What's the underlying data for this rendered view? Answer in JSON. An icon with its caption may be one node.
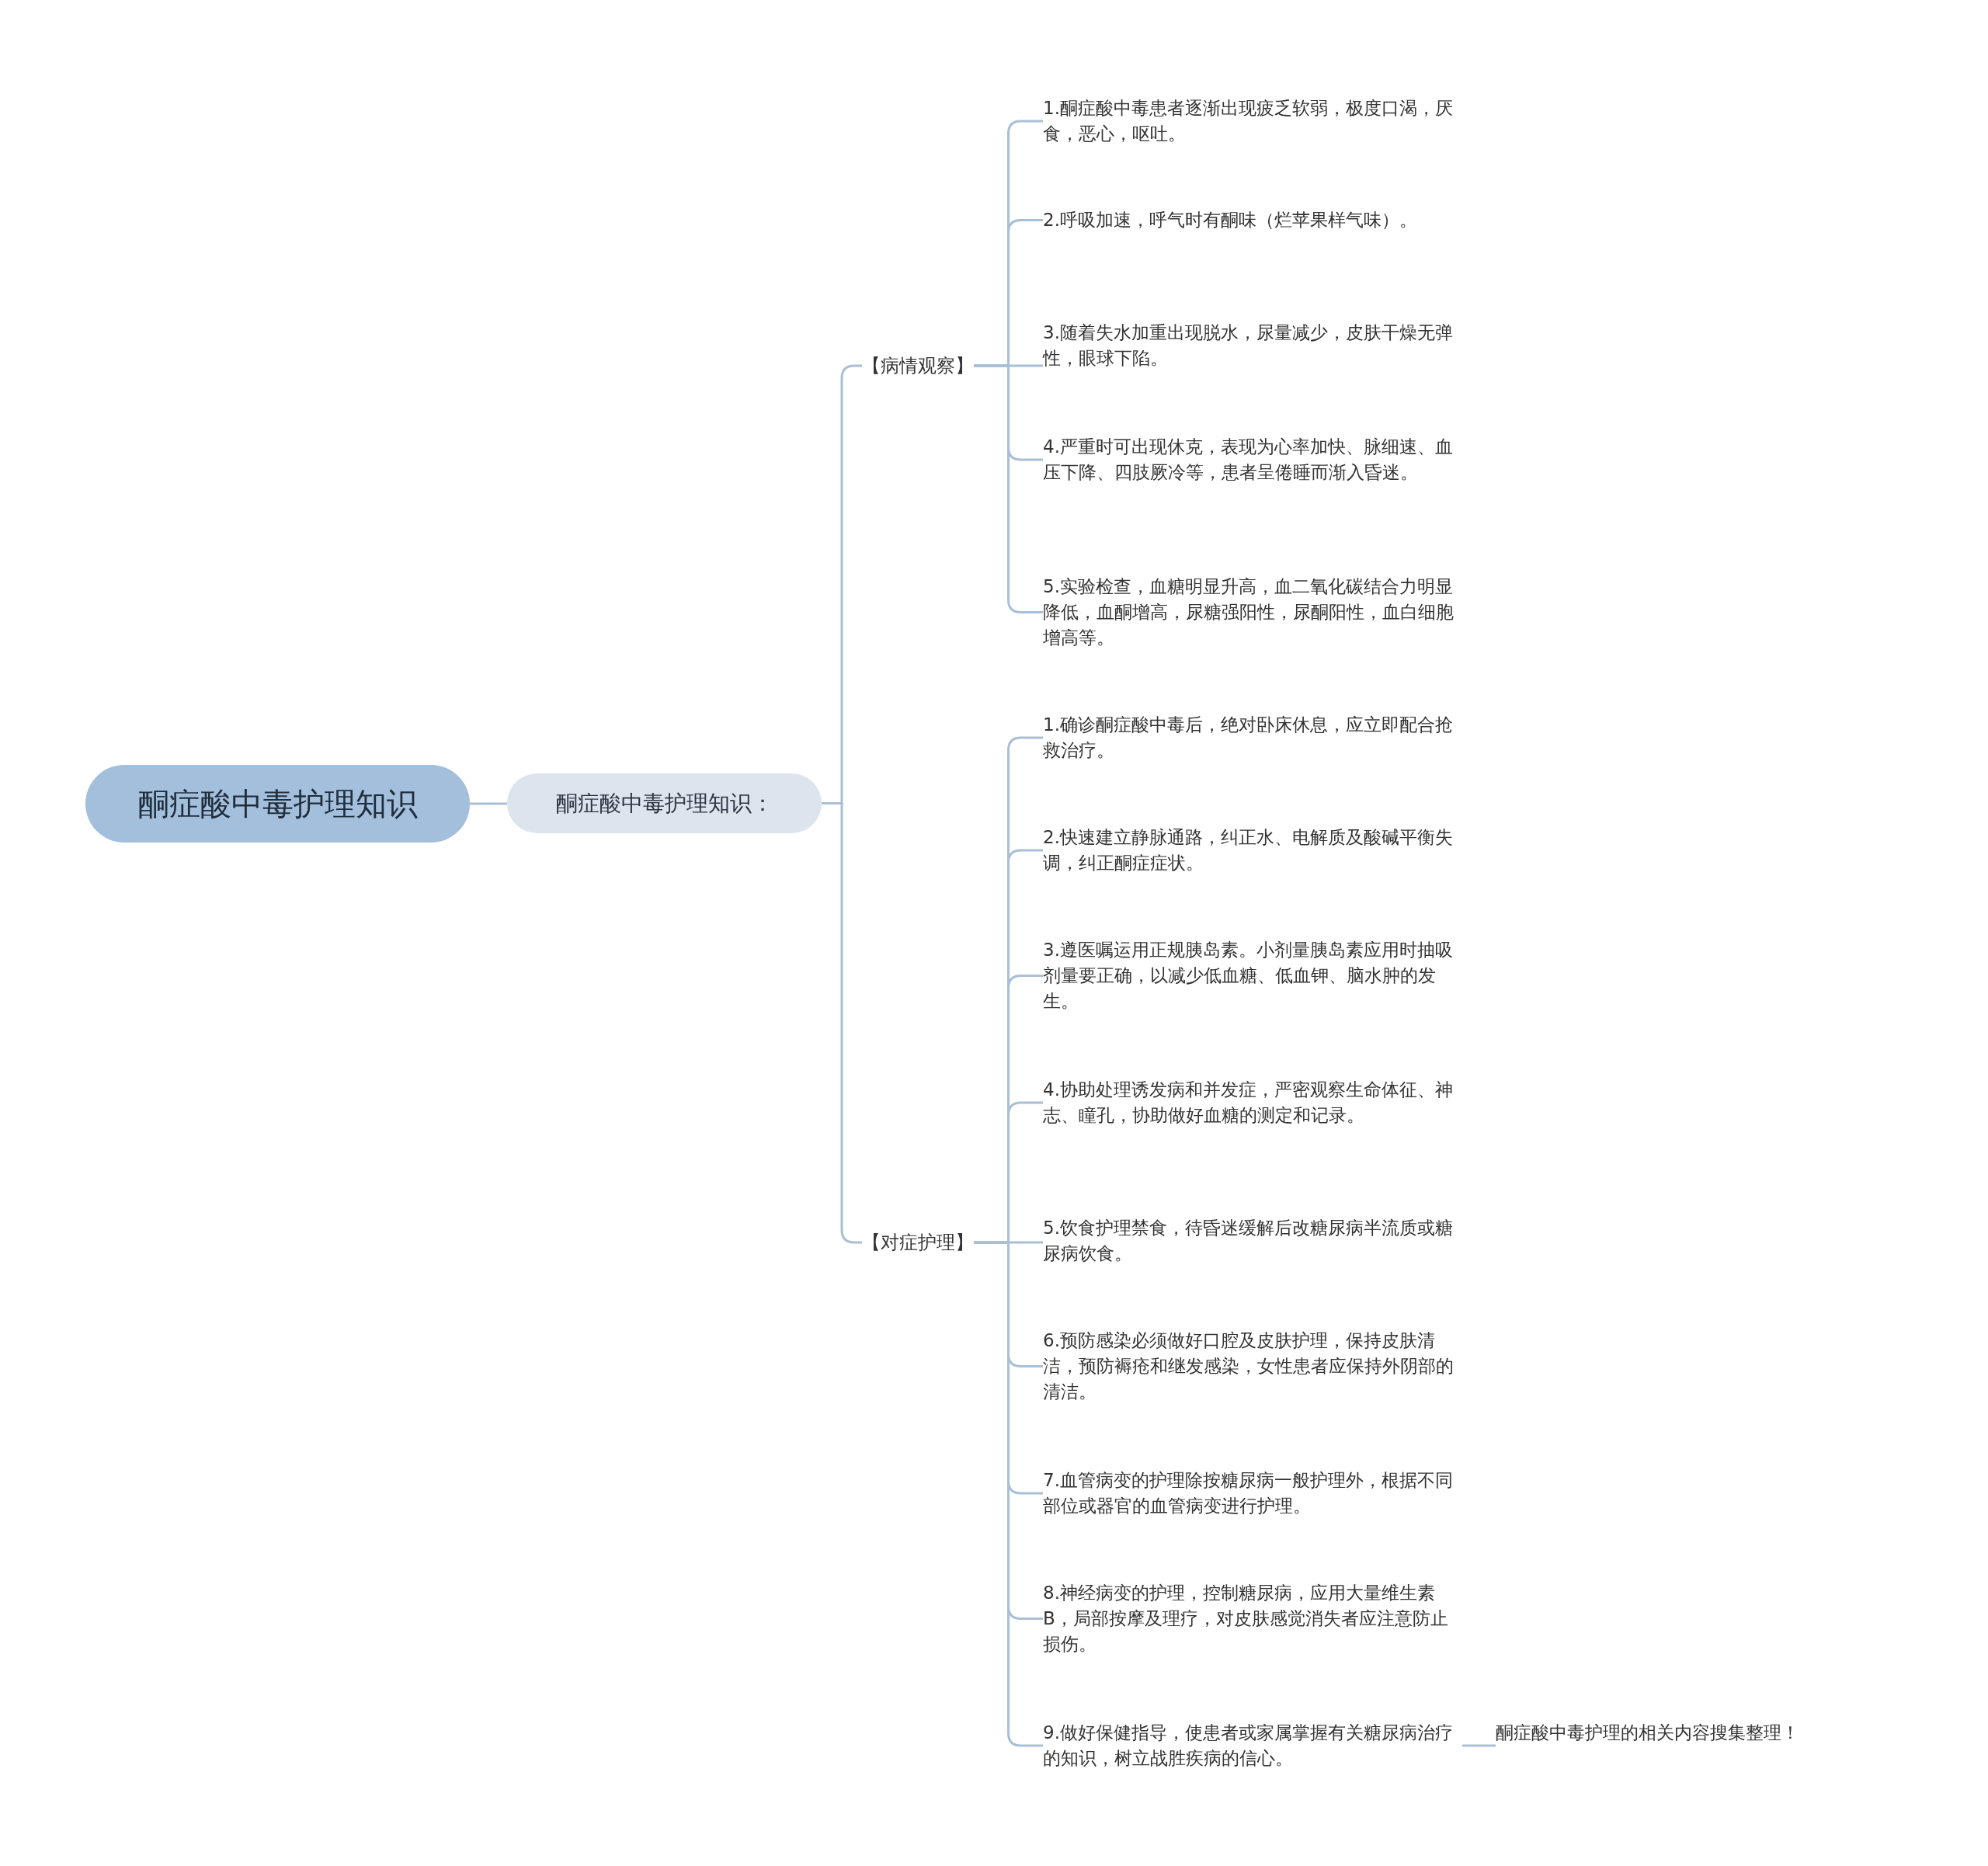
{
  "diagram": {
    "nodes": [
      {
        "text": [
          "酮症酸中毒护理知识"
        ]
      },
      {
        "text": [
          "酮症酸中毒护理知识："
        ]
      },
      {
        "text": [
          "【病情观察】"
        ]
      },
      {
        "text": [
          "1.酮症酸中毒患者逐渐出现疲乏软弱，极度口渴，厌食，恶心，呕吐。"
        ]
      },
      {
        "text": [
          "2.呼吸加速，呼气时有酮味（烂苹果样气味）。"
        ]
      },
      {
        "text": [
          "3.随着失水加重出现脱水，尿量减少，皮肤干燥无弹性，眼球下陷。"
        ]
      },
      {
        "text": [
          "4.严重时可出现休克，表现为心率加快、脉细速、血压下降、四肢厥冷等，患者呈倦睡而渐入昏迷。"
        ]
      },
      {
        "text": [
          "5.实验检查，血糖明显升高，血二氧化碳结合力明显降低，血酮增高，尿糖强阳性，尿酮阳性，血白细胞增高等。"
        ]
      },
      {
        "text": [
          "【对症护理】"
        ]
      },
      {
        "text": [
          "1.确诊酮症酸中毒后，绝对卧床休息，应立即配合抢救治疗。"
        ]
      },
      {
        "text": [
          "2.快速建立静脉通路，纠正水、电解质及酸碱平衡失调，纠正酮症症状。"
        ]
      },
      {
        "text": [
          "3.遵医嘱运用正规胰岛素。小剂量胰岛素应用时抽吸剂量要正确，以减少低血糖、低血钾、脑水肿的发生。"
        ]
      },
      {
        "text": [
          "4.协助处理诱发病和并发症，严密观察生命体征、神志、瞳孔，协助做好血糖的测定和记录。"
        ]
      },
      {
        "text": [
          "5.饮食护理禁食，待昏迷缓解后改糖尿病半流质或糖尿病饮食。"
        ]
      },
      {
        "text": [
          "6.预防感染必须做好口腔及皮肤护理，保持皮肤清洁，预防褥疮和继发感染，女性患者应保持外阴部的清洁。"
        ]
      },
      {
        "text": [
          "7.血管病变的护理除按糖尿病一般护理外，根据不同部位或器官的血管病变进行护理。"
        ]
      },
      {
        "text": [
          "8.神经病变的护理，控制糖尿病，应用大量维生素B，局部按摩及理疗，对皮肤感觉消失者应注意防止损伤。"
        ]
      },
      {
        "text": [
          "9.做好保健指导，使患者或家属掌握有关糖尿病治疗的知识，树立战胜疾病的信心。"
        ]
      },
      {
        "text": [
          "酮症酸中毒护理的相关内容搜集整理！"
        ]
      }
    ],
    "edges": [
      {
        "from": 0,
        "to": 1,
        "arrow": "none"
      },
      {
        "from": 1,
        "to": 2,
        "arrow": "none"
      },
      {
        "from": 1,
        "to": 8,
        "arrow": "none"
      },
      {
        "from": 2,
        "to": 3,
        "arrow": "none"
      },
      {
        "from": 2,
        "to": 4,
        "arrow": "none"
      },
      {
        "from": 2,
        "to": 5,
        "arrow": "none"
      },
      {
        "from": 2,
        "to": 6,
        "arrow": "none"
      },
      {
        "from": 2,
        "to": 7,
        "arrow": "none"
      },
      {
        "from": 8,
        "to": 9,
        "arrow": "none"
      },
      {
        "from": 8,
        "to": 10,
        "arrow": "none"
      },
      {
        "from": 8,
        "to": 11,
        "arrow": "none"
      },
      {
        "from": 8,
        "to": 12,
        "arrow": "none"
      },
      {
        "from": 8,
        "to": 13,
        "arrow": "none"
      },
      {
        "from": 8,
        "to": 14,
        "arrow": "none"
      },
      {
        "from": 8,
        "to": 15,
        "arrow": "none"
      },
      {
        "from": 8,
        "to": 16,
        "arrow": "none"
      },
      {
        "from": 8,
        "to": 17,
        "arrow": "none"
      },
      {
        "from": 17,
        "to": 18,
        "arrow": "none"
      }
    ]
  }
}
